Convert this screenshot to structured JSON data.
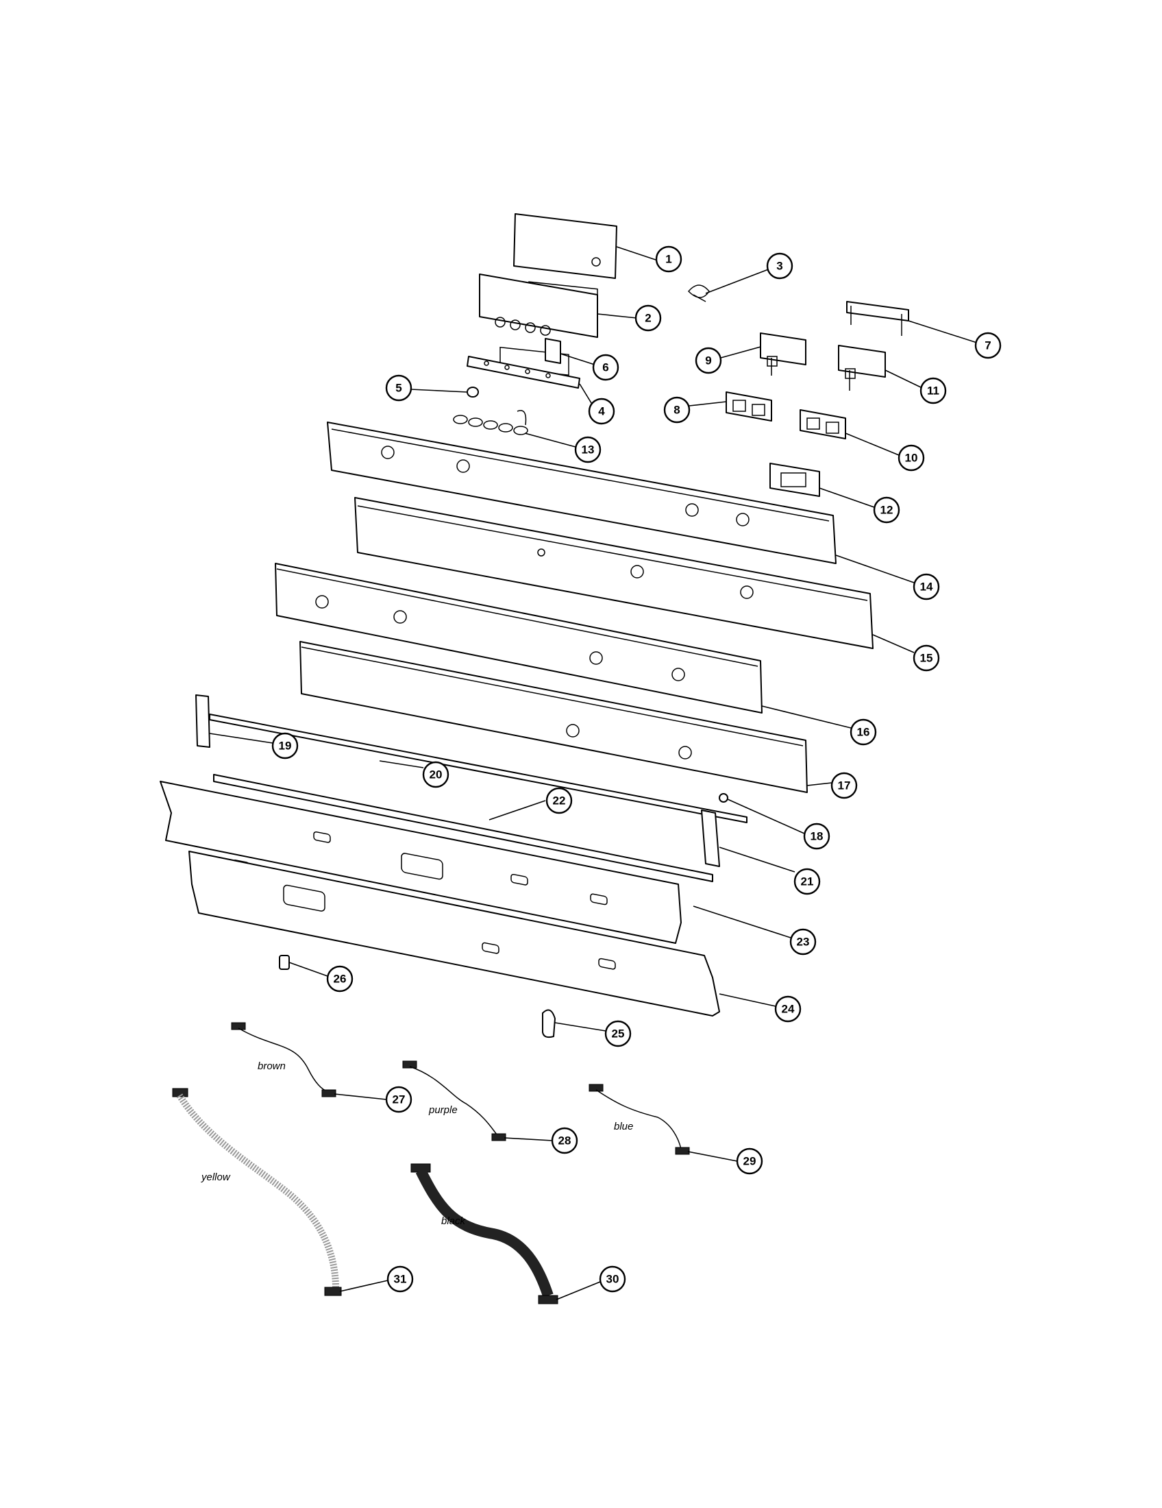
{
  "callouts": [
    "1",
    "2",
    "3",
    "4",
    "5",
    "6",
    "7",
    "8",
    "9",
    "10",
    "11",
    "12",
    "13",
    "14",
    "15",
    "16",
    "17",
    "18",
    "19",
    "20",
    "21",
    "22",
    "23",
    "24",
    "25",
    "26",
    "27",
    "28",
    "29",
    "30",
    "31"
  ],
  "wire_labels": {
    "brown": "brown",
    "purple": "purple",
    "blue": "blue",
    "yellow": "yellow",
    "black": "black"
  }
}
